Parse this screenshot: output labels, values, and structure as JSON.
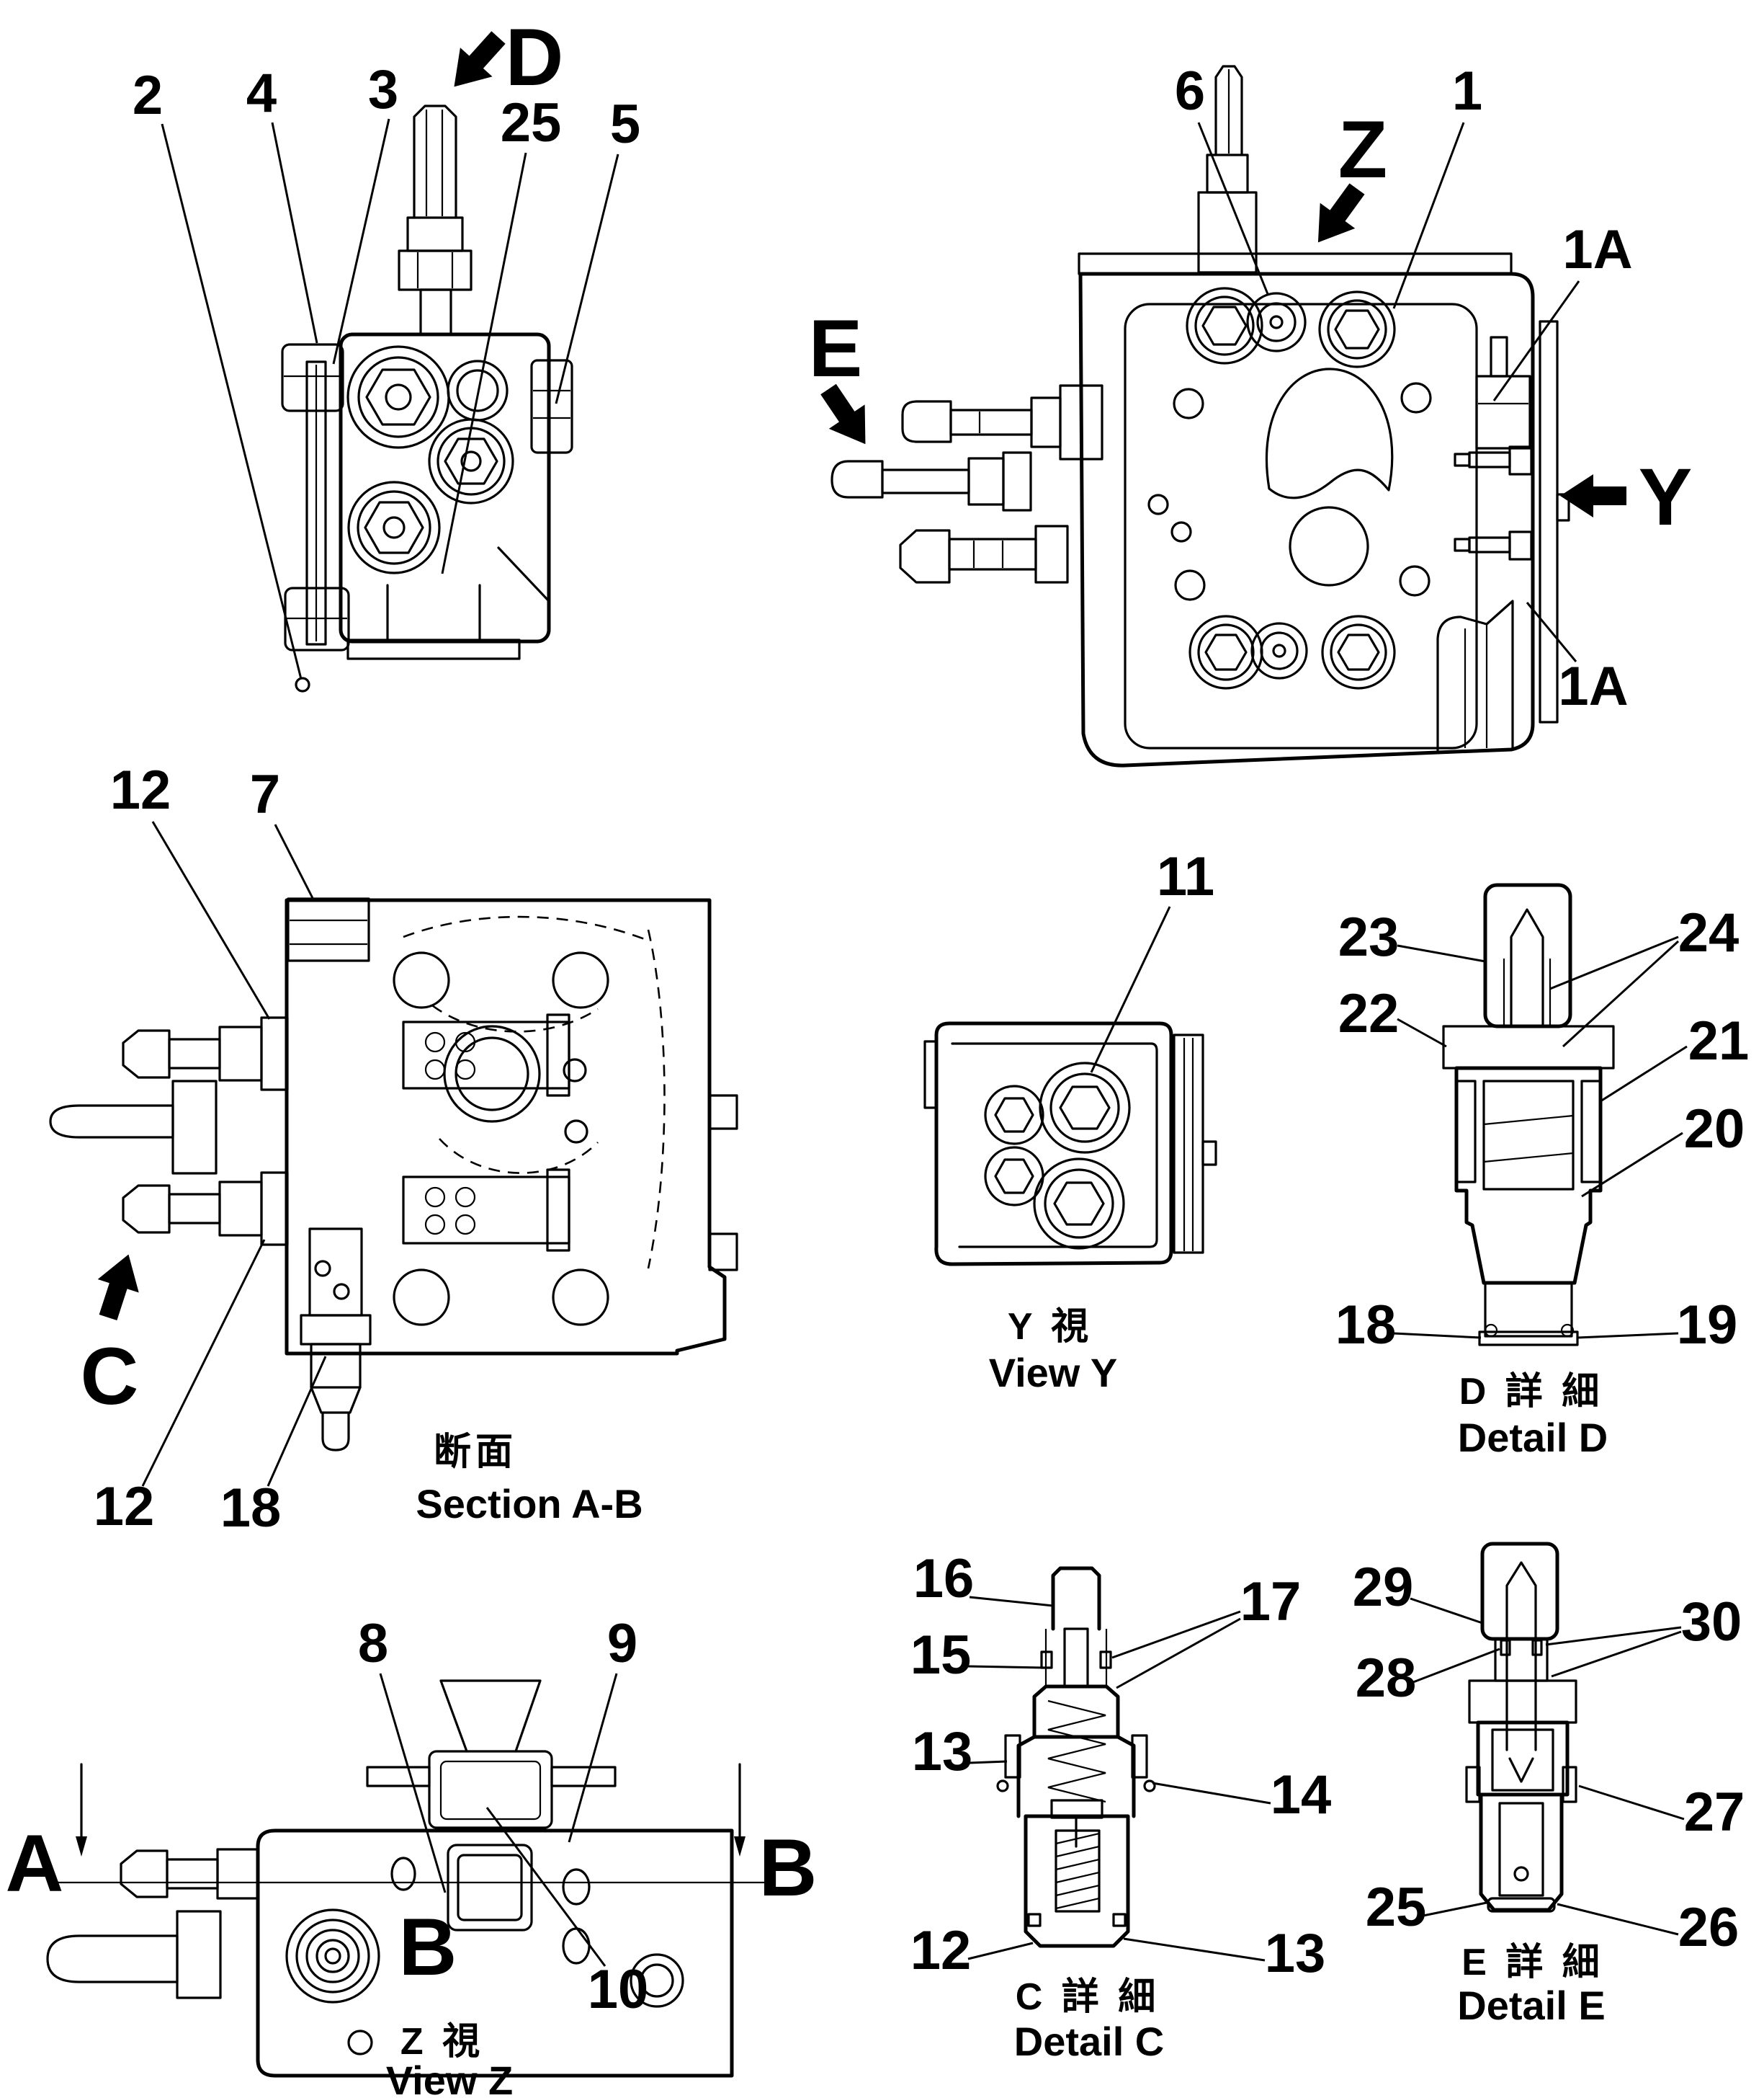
{
  "sheet": {
    "background": "#ffffff",
    "ink": "#000000",
    "kind": "hydraulic control valve parts diagram"
  },
  "figures": {
    "front": {
      "view_letter": "D",
      "labels": {
        "l2": "2",
        "l4": "4",
        "l3": "3",
        "l25": "25",
        "l5": "5"
      }
    },
    "top": {
      "letters": {
        "z": "Z",
        "e": "E",
        "y": "Y"
      },
      "labels": {
        "l6": "6",
        "l1": "1",
        "l1a_upper": "1A",
        "l1a_lower": "1A"
      }
    },
    "section": {
      "view_letter": "C",
      "labels": {
        "l12_top": "12",
        "l7": "7",
        "l12_bottom": "12",
        "l18": "18"
      },
      "caption_jp": "断面",
      "caption_en": "Section A-B"
    },
    "viewy": {
      "labels": {
        "l11": "11"
      },
      "caption_jp": "Y 視",
      "caption_en": "View Y"
    },
    "detail_d": {
      "labels": {
        "l23": "23",
        "l22": "22",
        "l24": "24",
        "l21": "21",
        "l20": "20",
        "l18": "18",
        "l19": "19"
      },
      "caption_jp": "D 詳 細",
      "caption_en": "Detail D"
    },
    "viewz": {
      "letters": {
        "a": "A",
        "b_right": "B",
        "b_inner": "B"
      },
      "labels": {
        "l8": "8",
        "l9": "9",
        "l10": "10"
      },
      "caption_jp": "Z 視",
      "caption_en": "View Z"
    },
    "detail_c": {
      "labels": {
        "l16": "16",
        "l15": "15",
        "l13_left": "13",
        "l17": "17",
        "l14": "14",
        "l12": "12",
        "l13_right": "13"
      },
      "caption_jp": "C 詳 細",
      "caption_en": "Detail C"
    },
    "detail_e": {
      "labels": {
        "l29": "29",
        "l28": "28",
        "l30": "30",
        "l27": "27",
        "l25": "25",
        "l26": "26"
      },
      "caption_jp": "E 詳 細",
      "caption_en": "Detail E"
    }
  }
}
